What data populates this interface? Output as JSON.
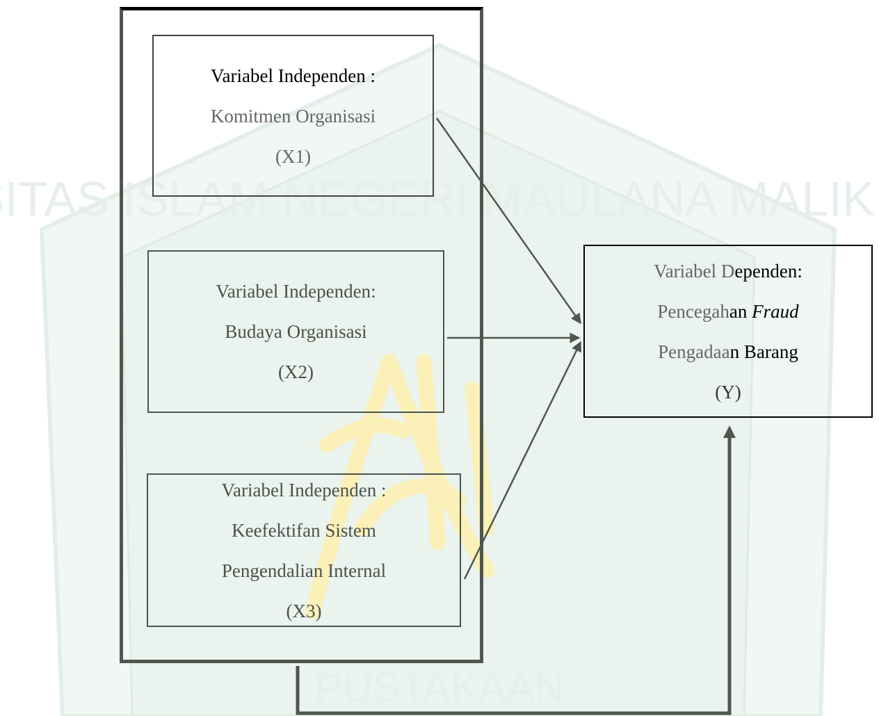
{
  "colors": {
    "frame": "#4f5650",
    "arrow": "#4f5650",
    "watermark_green": "#e6f0ea",
    "watermark_gold": "#fbf3c8"
  },
  "independent": [
    {
      "title": "Variabel Independen :",
      "name_lines": [
        "Komitmen Organisasi"
      ],
      "code": "(X1)"
    },
    {
      "title": "Variabel Independen:",
      "name_lines": [
        "Budaya Organisasi"
      ],
      "code": "(X2)"
    },
    {
      "title": "Variabel Independen :",
      "name_lines": [
        "Keefektifan Sistem",
        "Pengendalian Internal"
      ],
      "code": "(X3)"
    }
  ],
  "dependent": {
    "title_a": "Variabel D",
    "title_b": "ependen:",
    "name_a": "Pencegah",
    "name_b": "an ",
    "name_c": "Fraud",
    "line3_a": "Pengadaa",
    "line3_b": "n Barang",
    "code": "(Y)"
  },
  "watermark": {
    "text": "UNIVERSITAS ISLAM NEGERI MAULANA MALIK IBRAHIM",
    "bottom_text": "PUSTAKAAN"
  }
}
